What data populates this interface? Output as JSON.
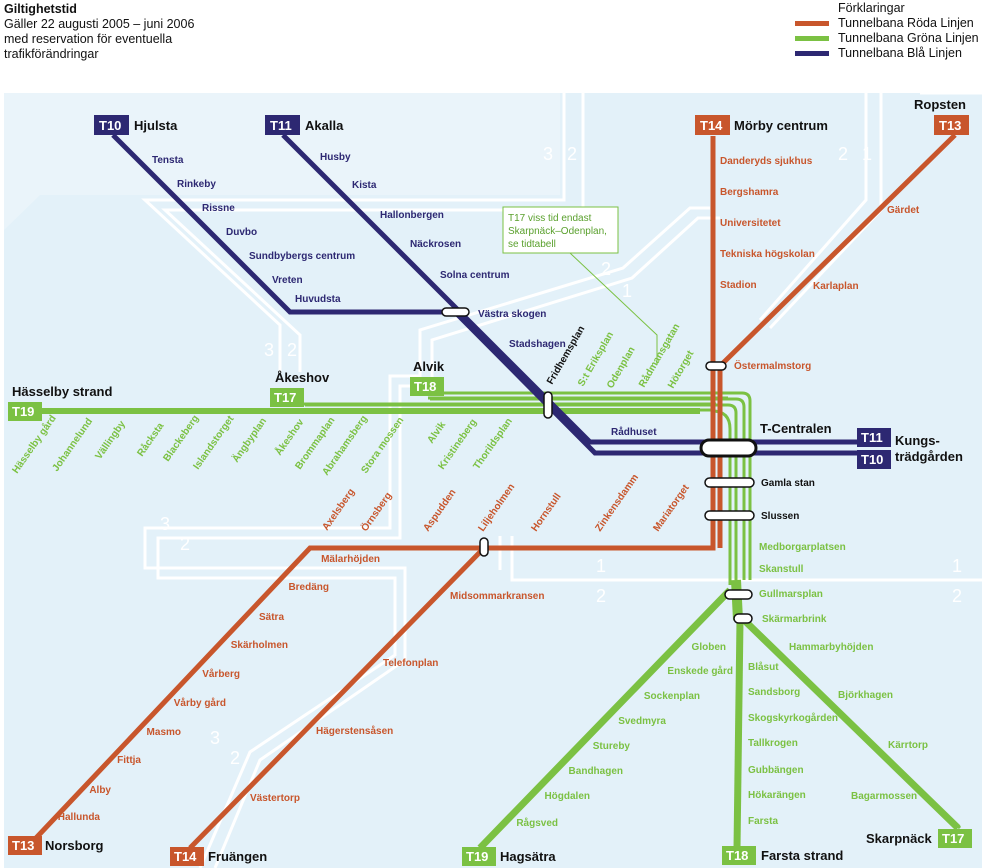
{
  "info": {
    "title": "Giltighetstid",
    "lines": [
      "Gäller 22 augusti 2005 – juni 2006",
      "med reservation för eventuella",
      "trafikförändringar"
    ]
  },
  "legend": {
    "title": "Förklaringar",
    "items": [
      {
        "label": "Tunnelbana Röda Linjen",
        "color": "#c8562c"
      },
      {
        "label": "Tunnelbana Gröna Linjen",
        "color": "#7bc143"
      },
      {
        "label": "Tunnelbana Blå Linjen",
        "color": "#2d2872"
      }
    ]
  },
  "colors": {
    "red": "#c8562c",
    "green": "#7bc143",
    "blue": "#2d2872",
    "water": "#e3f1f9"
  },
  "note": [
    "T17 viss tid endast",
    "Skarpnäck–Odenplan,",
    "se tidtabell"
  ],
  "zone_numbers": [
    "3",
    "2",
    "2",
    "1",
    "2",
    "1",
    "3",
    "2",
    "3",
    "2",
    "1",
    "2",
    "1",
    "2",
    "3",
    "2"
  ],
  "termini": {
    "hjulsta": {
      "badge": "T10",
      "name": "Hjulsta"
    },
    "akalla": {
      "badge": "T11",
      "name": "Akalla"
    },
    "morby": {
      "badge": "T14",
      "name": "Mörby centrum"
    },
    "ropsten": {
      "badge": "T13",
      "name": "Ropsten"
    },
    "hasselby": {
      "badge": "T19",
      "name": "Hässelby strand"
    },
    "akeshov": {
      "badge": "T17",
      "name": "Åkeshov"
    },
    "alvik": {
      "badge": "T18",
      "name": "Alvik"
    },
    "kungs_t11": "T11",
    "kungs_t10": "T10",
    "kungs_name": [
      "Kungs-",
      "trädgården"
    ],
    "norsborg": {
      "badge": "T13",
      "name": "Norsborg"
    },
    "fruangen": {
      "badge": "T14",
      "name": "Fruängen"
    },
    "hagsatra": {
      "badge": "T19",
      "name": "Hagsätra"
    },
    "farsta": {
      "badge": "T18",
      "name": "Farsta strand"
    },
    "skarpnack": {
      "badge": "T17",
      "name": "Skarpnäck"
    }
  },
  "hubs": {
    "tcentralen": "T-Centralen",
    "gamla_stan": "Gamla stan",
    "slussen": "Slussen"
  },
  "stations": {
    "blue_hjulsta": [
      "Tensta",
      "Rinkeby",
      "Rissne",
      "Duvbo",
      "Sundbybergs centrum",
      "Vreten",
      "Huvudsta"
    ],
    "blue_akalla": [
      "Husby",
      "Kista",
      "Hallonbergen",
      "Näckrosen",
      "Solna centrum"
    ],
    "blue_trunk": [
      "Västra skogen",
      "Stadshagen",
      "Rådhuset"
    ],
    "fridhemsplan": "Fridhemsplan",
    "red_north": [
      "Danderyds sjukhus",
      "Bergshamra",
      "Universitetet",
      "Tekniska högskolan",
      "Stadion"
    ],
    "red_ropsten": [
      "Gärdet",
      "Karlaplan"
    ],
    "ostermalmstorg": "Östermalmstorg",
    "green_west": [
      "Hässelby gård",
      "Johannelund",
      "Vällingby",
      "Råcksta",
      "Blackeberg",
      "Islandstorget",
      "Ängbyplan",
      "Åkeshov",
      "Brommaplan",
      "Abrahamsberg",
      "Stora mossen",
      "Alvik",
      "Kristineberg",
      "Thorildsplan"
    ],
    "green_city": [
      "S:t Eriksplan",
      "Odenplan",
      "Rådmansgatan",
      "Hötorget"
    ],
    "red_center": [
      "Axelsberg",
      "Örnsberg",
      "Aspudden",
      "Liljeholmen",
      "Hornstull",
      "Zinkensdamm",
      "Mariatorget"
    ],
    "red_norsborg": [
      "Mälarhöjden",
      "Bredäng",
      "Sätra",
      "Skärholmen",
      "Vårberg",
      "Vårby gård",
      "Masmo",
      "Fittja",
      "Alby",
      "Hallunda"
    ],
    "red_fruangen": [
      "Midsommarkransen",
      "Telefonplan",
      "Hägerstensåsen",
      "Västertorp"
    ],
    "green_south": [
      "Medborgarplatsen",
      "Skanstull",
      "Gullmarsplan",
      "Skärmarbrink"
    ],
    "green_hagsatra": [
      "Globen",
      "Enskede gård",
      "Sockenplan",
      "Svedmyra",
      "Stureby",
      "Bandhagen",
      "Högdalen",
      "Rågsved"
    ],
    "green_farsta": [
      "Blåsut",
      "Sandsborg",
      "Skogskyrkogården",
      "Tallkrogen",
      "Gubbängen",
      "Hökarängen",
      "Farsta"
    ],
    "green_skarpnack": [
      "Hammarbyhöjden",
      "Björkhagen",
      "Kärrtorp",
      "Bagarmossen"
    ]
  }
}
